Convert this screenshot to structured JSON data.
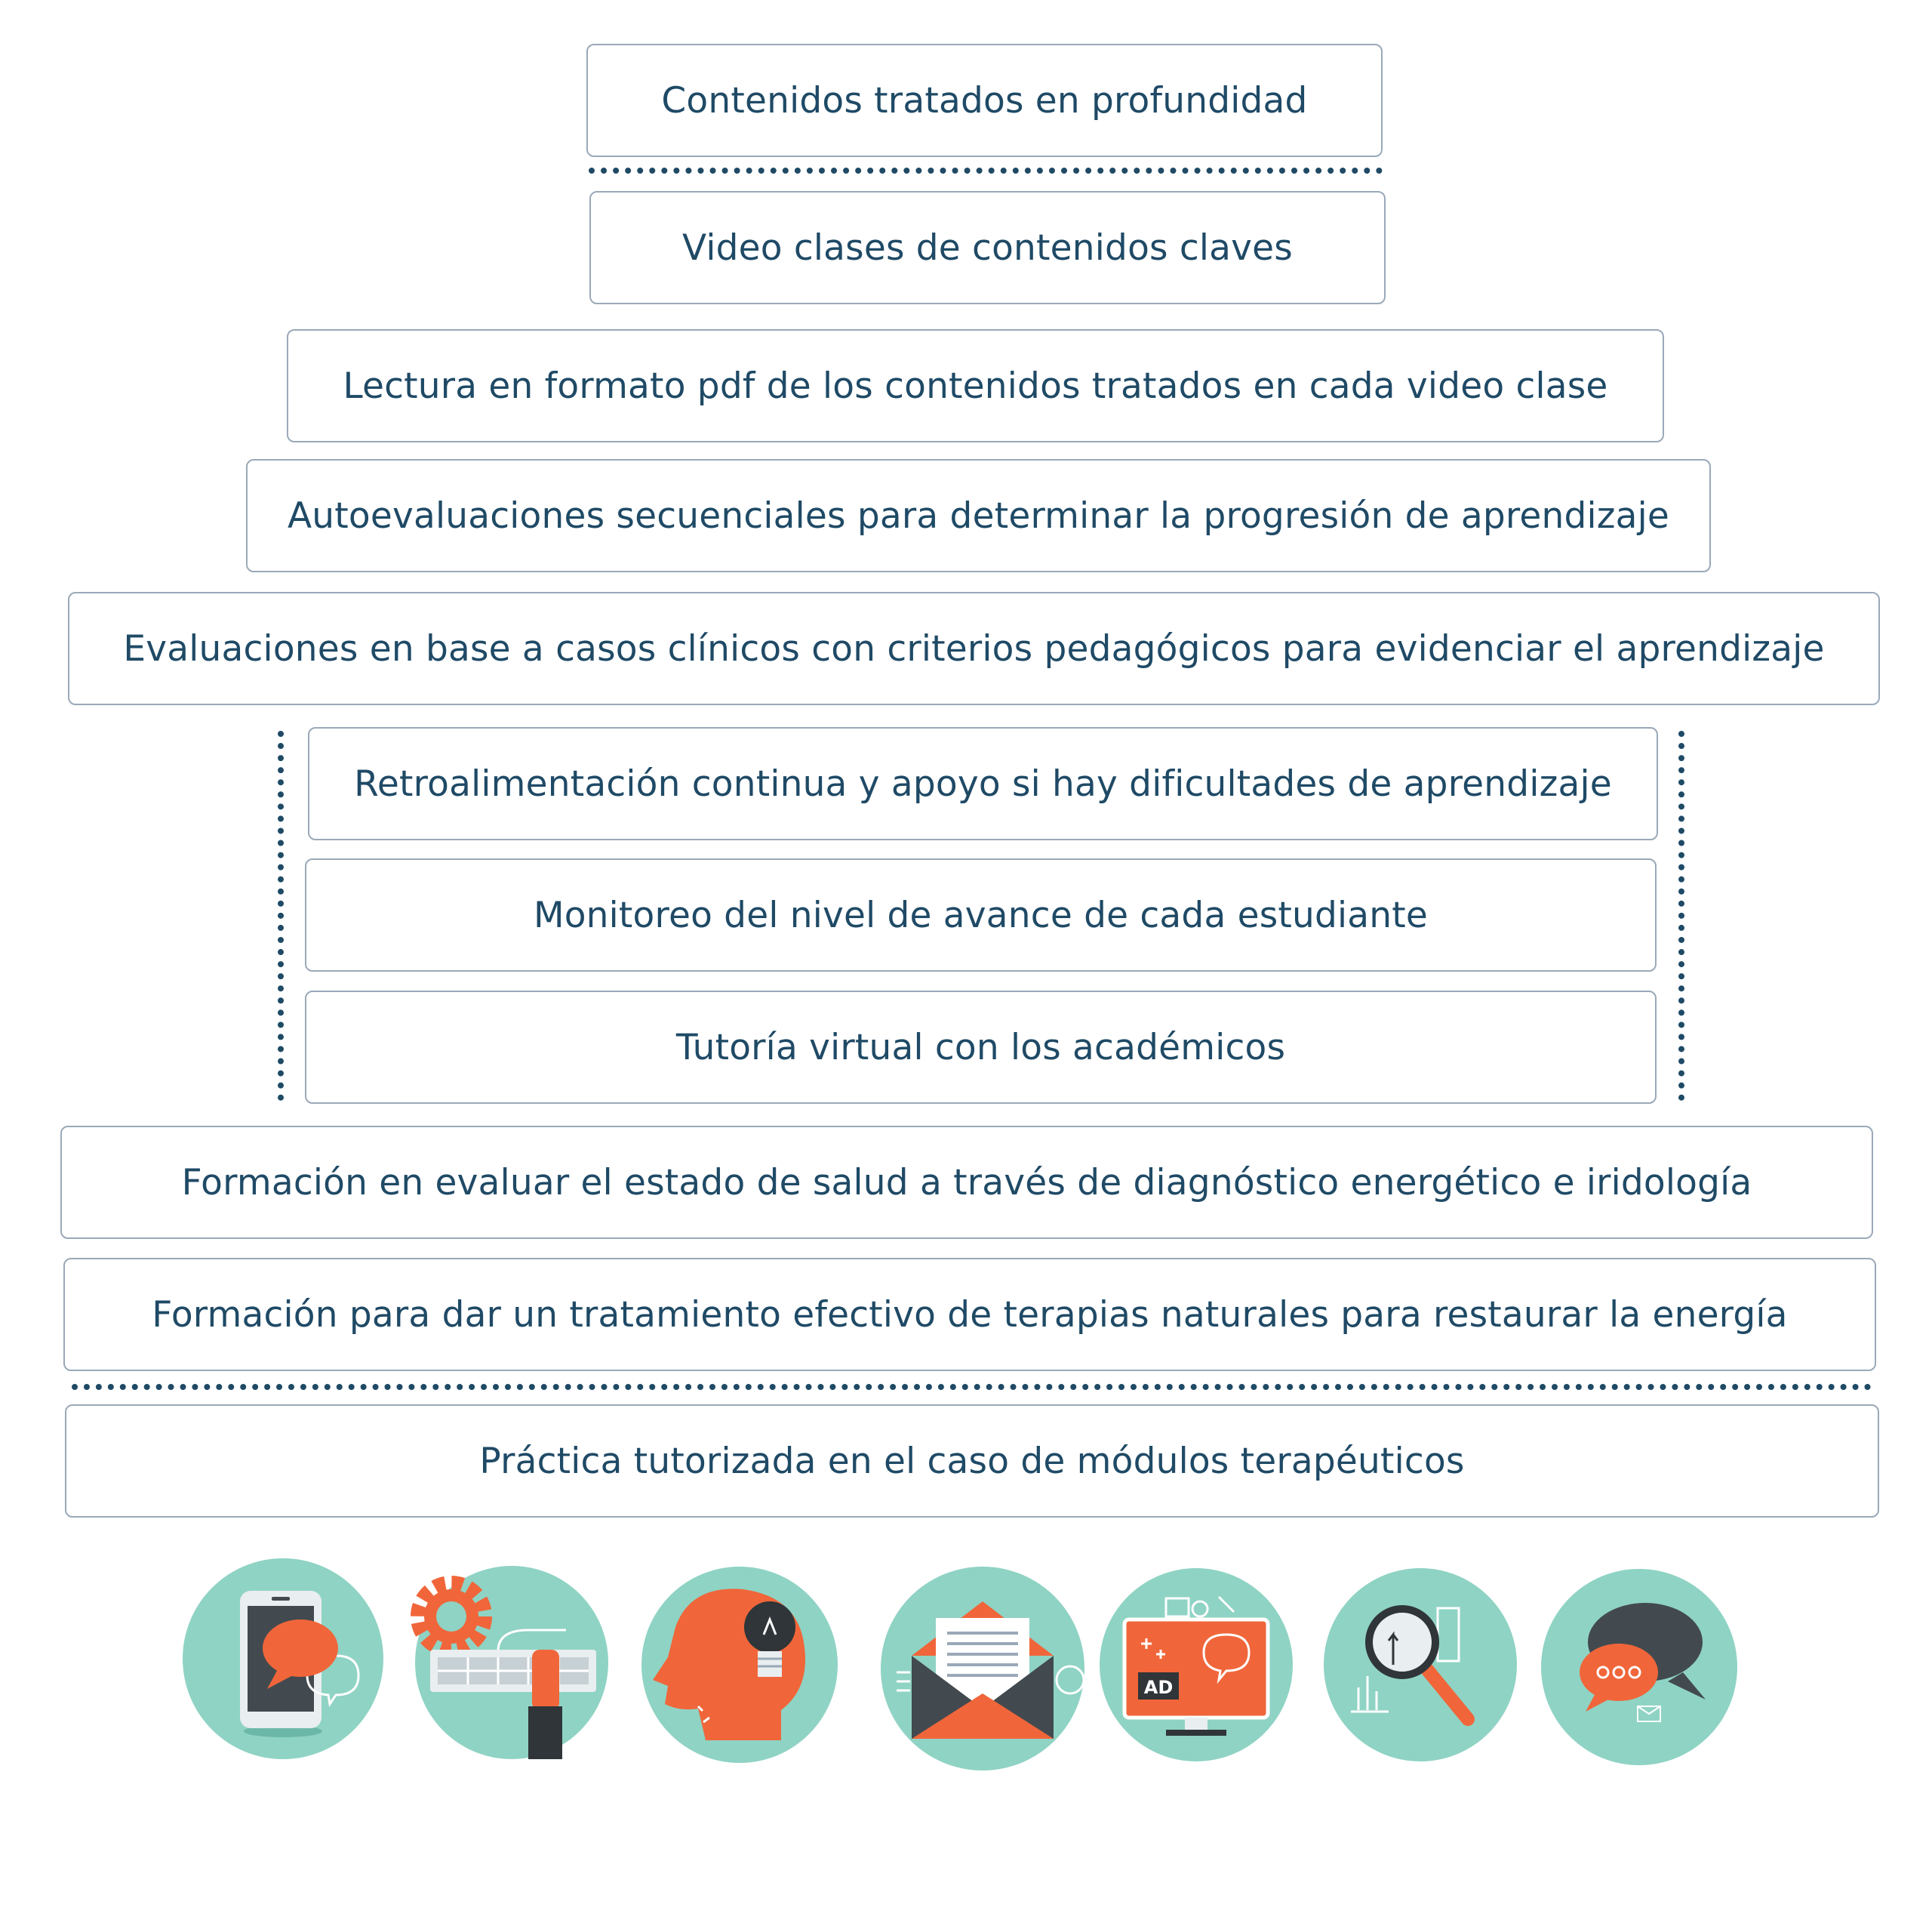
{
  "boxes": [
    {
      "label": "Contenidos tratados en profundidad"
    },
    {
      "label": "Video clases de contenidos claves"
    },
    {
      "label": "Lectura en formato pdf de los contenidos tratados en cada video clase"
    },
    {
      "label": "Autoevaluaciones secuenciales para determinar la progresión de aprendizaje"
    },
    {
      "label": "Evaluaciones en base a casos clínicos con criterios pedagógicos para evidenciar el aprendizaje"
    },
    {
      "label": "Retroalimentación continua y apoyo si hay dificultades de aprendizaje"
    },
    {
      "label": "Monitoreo del nivel de avance de cada estudiante"
    },
    {
      "label": "Tutoría virtual con los académicos"
    },
    {
      "label": "Formación en evaluar el estado de salud a través de diagnóstico energético e iridología"
    },
    {
      "label": "Formación para dar un tratamiento efectivo de terapias naturales para restaurar la energía"
    },
    {
      "label": "Práctica tutorizada en el caso de módulos terapéuticos"
    }
  ],
  "icons": {
    "ad_badge": "AD",
    "names": [
      "smartphone-chat-icon",
      "gear-keyboard-icon",
      "head-lightbulb-icon",
      "envelope-icon",
      "monitor-ad-icon",
      "magnifier-chart-icon",
      "speech-bubbles-icon"
    ]
  },
  "colors": {
    "text": "#1f4a66",
    "border": "#9aa9b8",
    "teal": "#8fd3c4",
    "orange": "#f0663a",
    "dark": "#424a4f"
  }
}
